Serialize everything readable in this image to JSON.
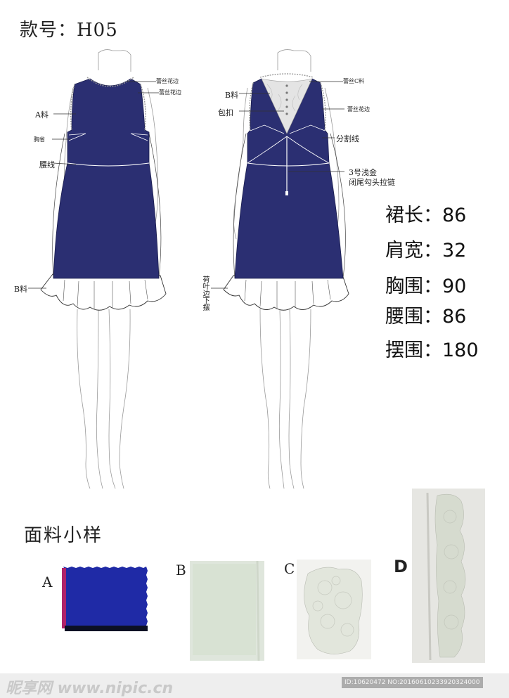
{
  "style_no": "款号：H05",
  "front_labels": {
    "lace_edge_1": "蕾丝花边",
    "lace_edge_2": "蕾丝花边",
    "fabric_a": "A料",
    "bust_dart": "胸省",
    "waistline": "腰线",
    "fabric_b": "B料"
  },
  "back_labels": {
    "lace_c": "蕾丝C料",
    "fabric_b": "B料",
    "covered_button": "包扣",
    "lace_edge": "蕾丝花边",
    "split_line": "分割线",
    "zipper_line1": "3号浅金",
    "zipper_line2": "闭尾勾头拉链",
    "ruffle_hem": "荷叶边下摆"
  },
  "specs": [
    {
      "name": "裙长",
      "sep": "：",
      "value": "86"
    },
    {
      "name": "肩宽",
      "sep": "：",
      "value": "32"
    },
    {
      "name": "胸围",
      "sep": "：",
      "value": "90"
    },
    {
      "name": "腰围",
      "sep": "：",
      "value": "86"
    },
    {
      "name": "摆围",
      "sep": "：",
      "value": "180"
    }
  ],
  "fabric_section": {
    "title": "面料小样",
    "swatches": [
      {
        "letter": "A",
        "desc": "navy blue fabric"
      },
      {
        "letter": "B",
        "desc": "off-white fabric"
      },
      {
        "letter": "C",
        "desc": "lace fabric"
      },
      {
        "letter": "D",
        "desc": "lace trim"
      }
    ]
  },
  "watermark": {
    "logo": "昵享网 www.nipic.cn",
    "id": "ID:10620472 NO:20160610233920324000"
  },
  "colors": {
    "navy": "#2b2f72",
    "swatch_a": "#1f2aa6",
    "ruffle": "#ffffff",
    "line": "#333333"
  }
}
